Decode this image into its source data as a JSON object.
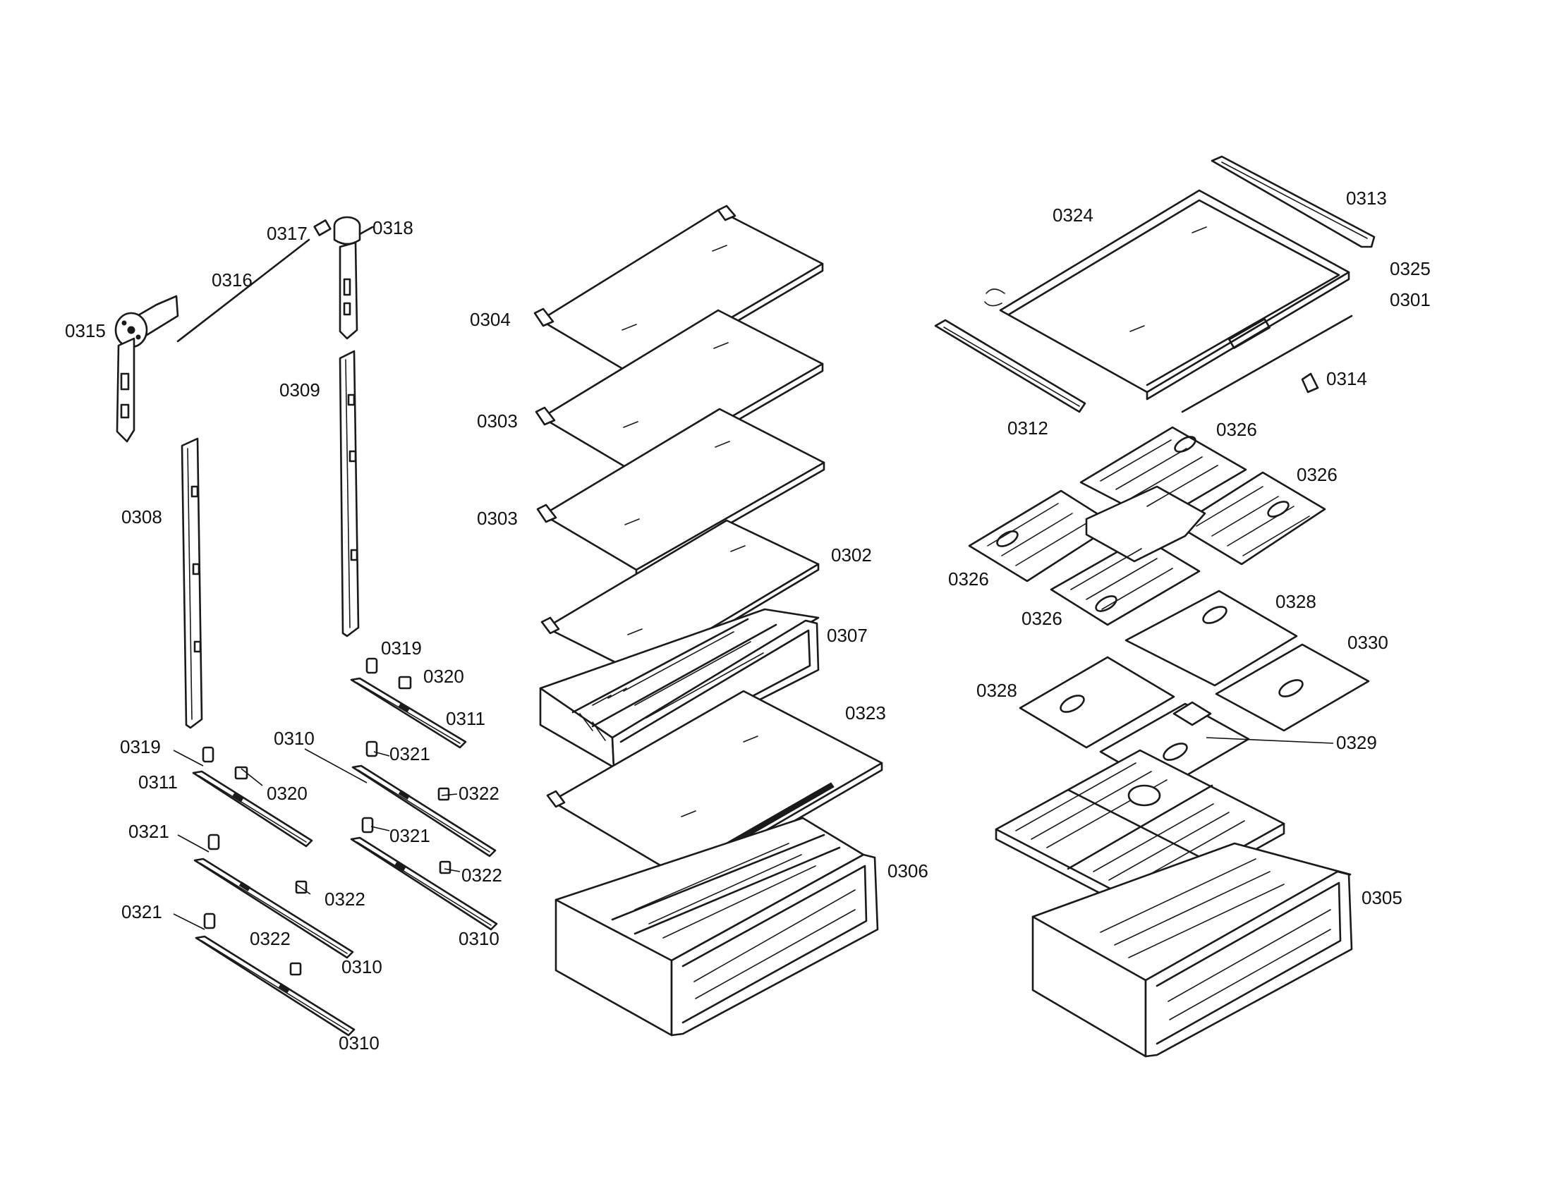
{
  "labels": [
    {
      "id": "l-0317",
      "text": "0317"
    },
    {
      "id": "l-0318",
      "text": "0318"
    },
    {
      "id": "l-0316",
      "text": "0316"
    },
    {
      "id": "l-0315",
      "text": "0315"
    },
    {
      "id": "l-0309",
      "text": "0309"
    },
    {
      "id": "l-0308",
      "text": "0308"
    },
    {
      "id": "l-0319a",
      "text": "0319"
    },
    {
      "id": "l-0320a",
      "text": "0320"
    },
    {
      "id": "l-0311a",
      "text": "0311"
    },
    {
      "id": "l-0310a",
      "text": "0310"
    },
    {
      "id": "l-0321a",
      "text": "0321"
    },
    {
      "id": "l-0319b",
      "text": "0319"
    },
    {
      "id": "l-0311b",
      "text": "0311"
    },
    {
      "id": "l-0320b",
      "text": "0320"
    },
    {
      "id": "l-0322a",
      "text": "0322"
    },
    {
      "id": "l-0321b",
      "text": "0321"
    },
    {
      "id": "l-0321c",
      "text": "0321"
    },
    {
      "id": "l-0322b",
      "text": "0322"
    },
    {
      "id": "l-0322c",
      "text": "0322"
    },
    {
      "id": "l-0310b",
      "text": "0310"
    },
    {
      "id": "l-0321d",
      "text": "0321"
    },
    {
      "id": "l-0322d",
      "text": "0322"
    },
    {
      "id": "l-0310c",
      "text": "0310"
    },
    {
      "id": "l-0310d",
      "text": "0310"
    },
    {
      "id": "l-0304",
      "text": "0304"
    },
    {
      "id": "l-0303a",
      "text": "0303"
    },
    {
      "id": "l-0303b",
      "text": "0303"
    },
    {
      "id": "l-0302",
      "text": "0302"
    },
    {
      "id": "l-0307",
      "text": "0307"
    },
    {
      "id": "l-0323",
      "text": "0323"
    },
    {
      "id": "l-0306",
      "text": "0306"
    },
    {
      "id": "l-0324",
      "text": "0324"
    },
    {
      "id": "l-0313",
      "text": "0313"
    },
    {
      "id": "l-0325",
      "text": "0325"
    },
    {
      "id": "l-0301",
      "text": "0301"
    },
    {
      "id": "l-0314",
      "text": "0314"
    },
    {
      "id": "l-0312",
      "text": "0312"
    },
    {
      "id": "l-0326a",
      "text": "0326"
    },
    {
      "id": "l-0326b",
      "text": "0326"
    },
    {
      "id": "l-0326c",
      "text": "0326"
    },
    {
      "id": "l-0326d",
      "text": "0326"
    },
    {
      "id": "l-0328a",
      "text": "0328"
    },
    {
      "id": "l-0330",
      "text": "0330"
    },
    {
      "id": "l-0328b",
      "text": "0328"
    },
    {
      "id": "l-0329",
      "text": "0329"
    },
    {
      "id": "l-0305",
      "text": "0305"
    }
  ]
}
